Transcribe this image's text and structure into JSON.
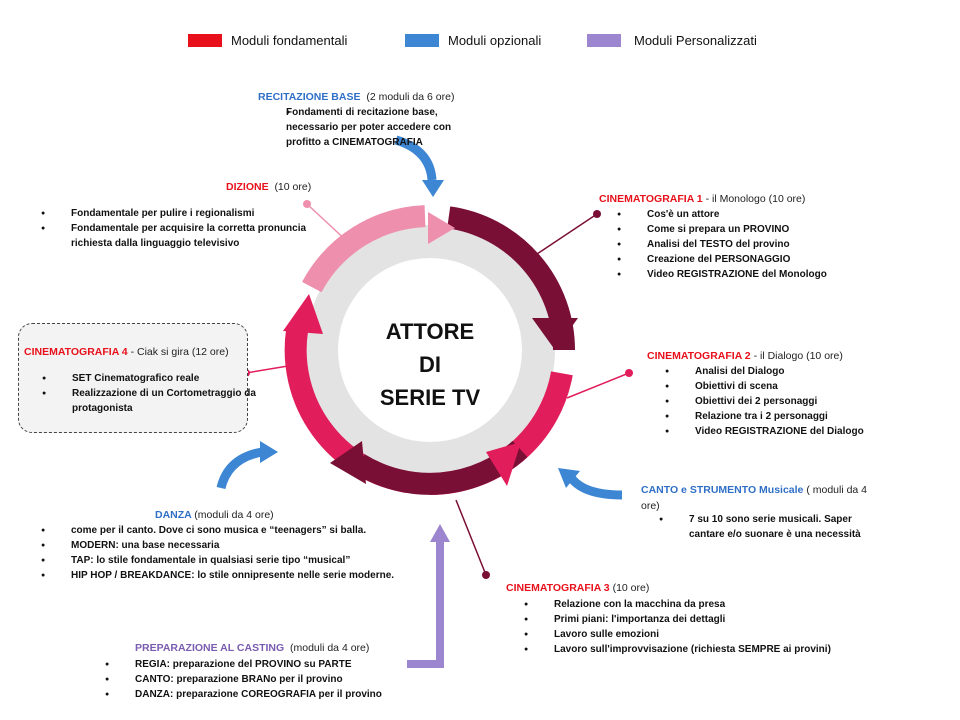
{
  "legend": [
    {
      "label": "Moduli fondamentali",
      "color": "#e8111b"
    },
    {
      "label": "Moduli opzionali",
      "color": "#3d86d4"
    },
    {
      "label": "Moduli Personalizzati",
      "color": "#9b86cf"
    }
  ],
  "center": {
    "line1": "ATTORE",
    "line2": "DI",
    "line3": "SERIE TV"
  },
  "recitazione": {
    "title": "RECITAZIONE BASE",
    "rest": "(2 moduli da 6 ore)",
    "items": [
      "Fondamenti di recitazione base, necessario per poter accedere con profitto a CINEMATOGRAFIA"
    ]
  },
  "dizione": {
    "title": "DIZIONE",
    "rest": "(10 ore)",
    "items": [
      "Fondamentale per pulire i regionalismi",
      "Fondamentale per acquisire la corretta pronuncia richiesta dalla linguaggio televisivo"
    ]
  },
  "cine1": {
    "title": "CINEMATOGRAFIA 1",
    "rest": "- il Monologo (10 ore)",
    "items": [
      "Cos'è un attore",
      "Come si prepara un PROVINO",
      "Analisi del TESTO del provino",
      "Creazione del PERSONAGGIO",
      "Video REGISTRAZIONE del Monologo"
    ]
  },
  "cine4": {
    "title": "CINEMATOGRAFIA 4",
    "rest": "- Ciak si gira (12 ore)",
    "items": [
      "SET Cinematografico reale",
      "Realizzazione di un Cortometraggio da protagonista"
    ]
  },
  "cine2": {
    "title": "CINEMATOGRAFIA 2",
    "rest": "- il Dialogo (10 ore)",
    "items": [
      "Analisi del Dialogo",
      "Obiettivi di scena",
      "Obiettivi dei 2 personaggi",
      "Relazione tra i 2 personaggi",
      "Video REGISTRAZIONE del Dialogo"
    ]
  },
  "canto": {
    "title": "CANTO e STRUMENTO Musicale",
    "rest": "( moduli da 4 ore)",
    "items": [
      "7 su 10 sono serie musicali. Saper cantare e/o suonare è una necessità"
    ]
  },
  "danza": {
    "title": "DANZA",
    "rest": "(moduli da 4 ore)",
    "items": [
      "come per il canto. Dove ci sono musica e “teenagers” si balla.",
      "MODERN: una base necessaria",
      "TAP: lo stile fondamentale in qualsiasi serie tipo “musical”",
      "HIP HOP / BREAKDANCE: lo stile onnipresente nelle serie moderne."
    ]
  },
  "cine3": {
    "title": "CINEMATOGRAFIA 3",
    "rest": "(10 ore)",
    "items": [
      "Relazione con la macchina da presa",
      "Primi piani: l'importanza dei dettagli",
      "Lavoro sulle emozioni",
      "Lavoro sull'improvvisazione (richiesta SEMPRE ai provini)"
    ]
  },
  "casting": {
    "title": "PREPARAZIONE AL CASTING",
    "rest": "(moduli da 4  ore)",
    "items": [
      "REGIA: preparazione del PROVINO su PARTE",
      "CANTO: preparazione BRANo per il provino",
      "DANZA: preparazione COREOGRAFIA per il provino"
    ]
  },
  "colors": {
    "dark_arc": "#7a0f36",
    "crimson_arc": "#e11d5b",
    "pink_arc": "#ef8fae",
    "blue_arrow": "#3d86d4",
    "violet_arrow": "#9b86cf",
    "inner_disc": "#e3e3e3"
  }
}
